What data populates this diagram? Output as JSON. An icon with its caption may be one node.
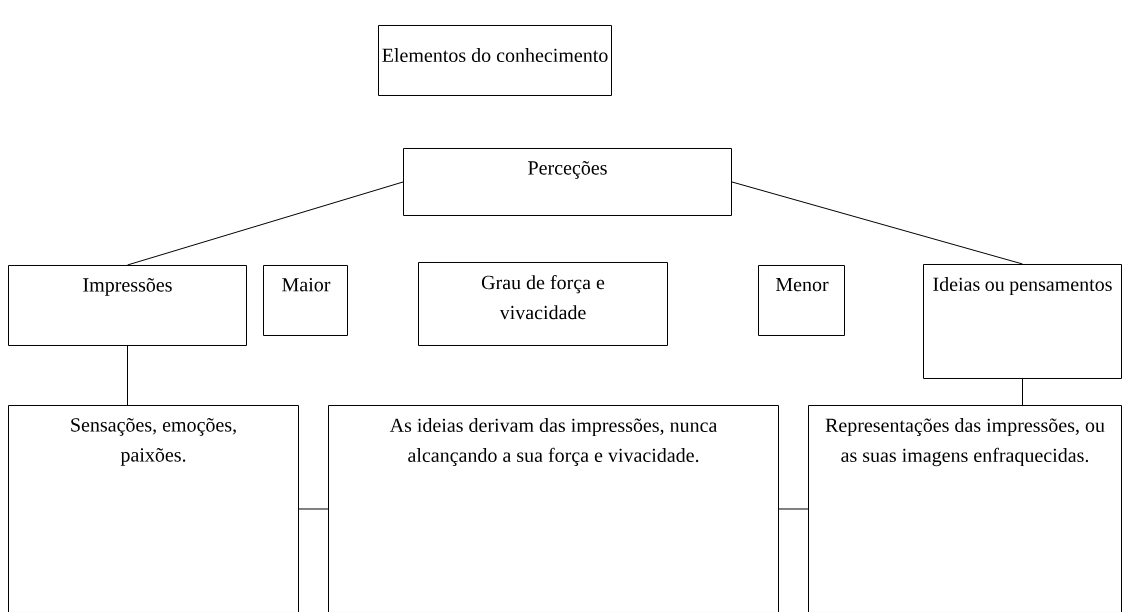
{
  "diagram": {
    "nodes": [
      {
        "text": [
          "Elementos do conhecimento"
        ]
      },
      {
        "text": [
          "Perceções"
        ]
      },
      {
        "text": [
          "Impressões"
        ]
      },
      {
        "text": [
          "Maior"
        ]
      },
      {
        "text": [
          "Grau de força e vivacidade"
        ]
      },
      {
        "text": [
          "Menor"
        ]
      },
      {
        "text": [
          "Ideias ou pensamentos"
        ]
      },
      {
        "text": [
          "Sensações, emoções, paixões."
        ]
      },
      {
        "text": [
          "As ideias derivam das impressões, nunca alcançando a sua força e vivacidade."
        ]
      },
      {
        "text": [
          "Representações das impressões, ou as suas imagens enfraquecidas."
        ]
      }
    ],
    "edges": [
      {
        "from": 1,
        "to": 2,
        "arrow": "none"
      },
      {
        "from": 1,
        "to": 6,
        "arrow": "none"
      },
      {
        "from": 2,
        "to": 7,
        "arrow": "none"
      },
      {
        "from": 6,
        "to": 9,
        "arrow": "none"
      },
      {
        "from": 7,
        "to": 8,
        "arrow": "none"
      },
      {
        "from": 8,
        "to": 9,
        "arrow": "none"
      }
    ]
  }
}
